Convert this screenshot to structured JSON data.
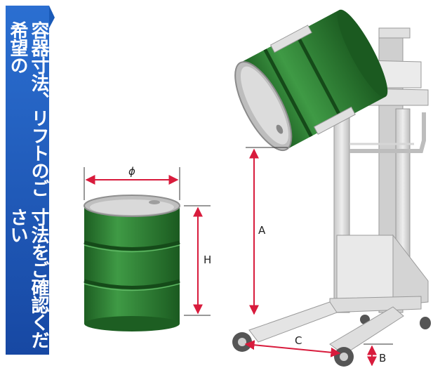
{
  "banner": {
    "line1": "容器寸法、リフトのご希望の",
    "line2": "寸法をご確認ください",
    "color": "#1a5ab8"
  },
  "dimensions": {
    "diameter": "ϕ",
    "height": "H",
    "lift_a": "A",
    "wheelbase_c": "C",
    "clearance_b": "B"
  },
  "colors": {
    "drum_green": "#2e7d32",
    "arrow_red": "#d81b3c",
    "lift_gray": "#d9d9d9"
  }
}
